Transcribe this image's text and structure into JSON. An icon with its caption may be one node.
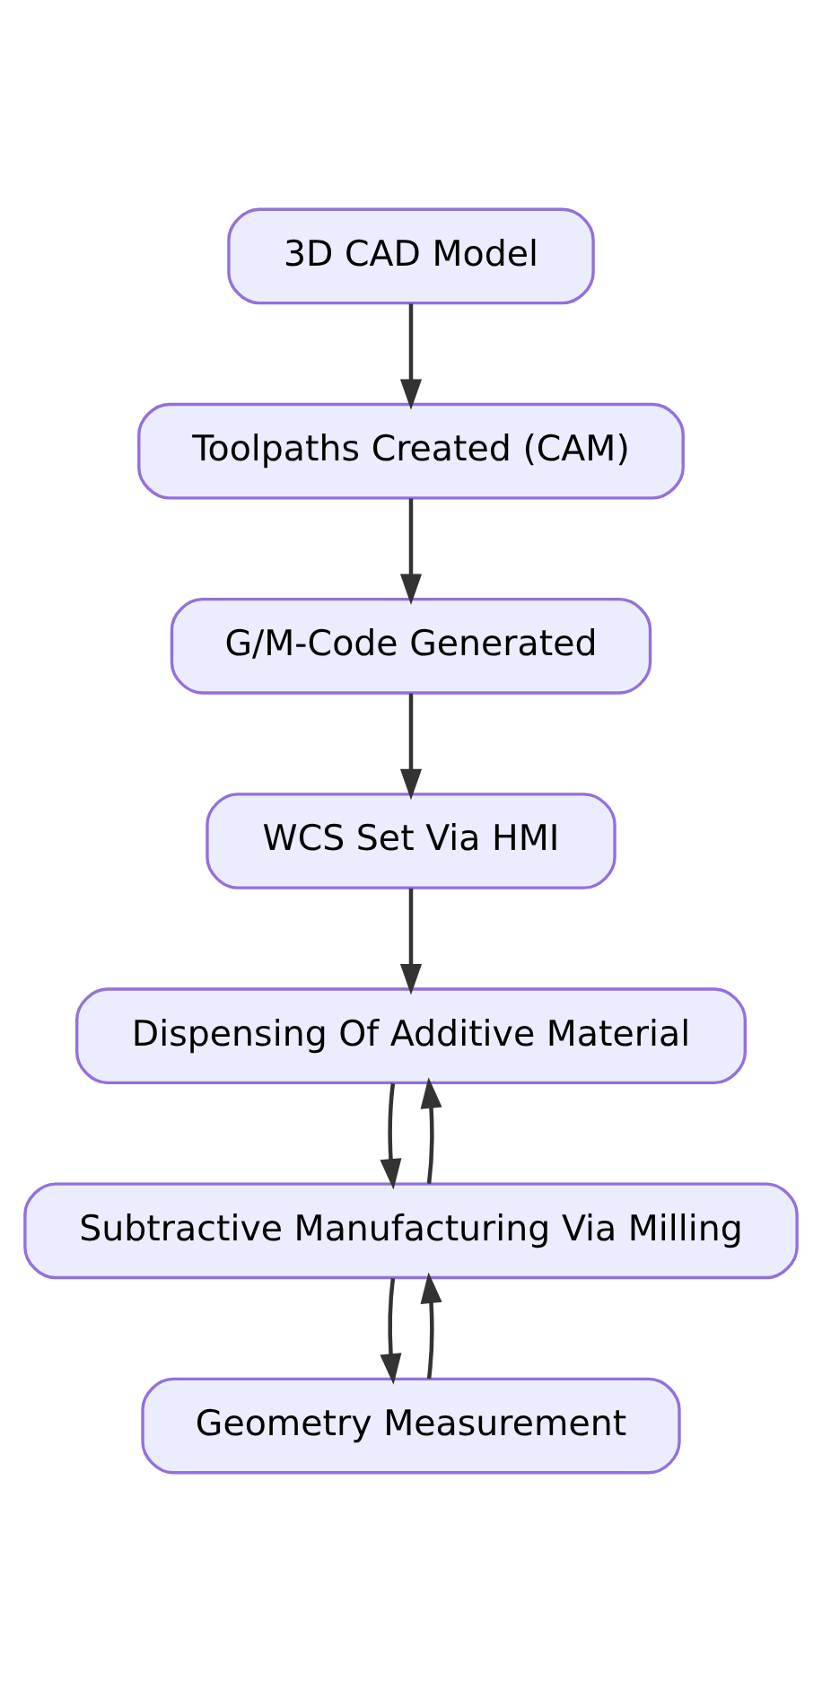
{
  "diagram": {
    "nodes": [
      {
        "text": [
          "3D CAD Model"
        ]
      },
      {
        "text": [
          "Toolpaths Created (CAM)"
        ]
      },
      {
        "text": [
          "G/M-Code Generated"
        ]
      },
      {
        "text": [
          "WCS Set Via HMI"
        ]
      },
      {
        "text": [
          "Dispensing Of Additive Material"
        ]
      },
      {
        "text": [
          "Subtractive Manufacturing Via Milling"
        ]
      },
      {
        "text": [
          "Geometry Measurement"
        ]
      }
    ],
    "edges": [
      {
        "from": 0,
        "to": 1,
        "arrow": "to"
      },
      {
        "from": 1,
        "to": 2,
        "arrow": "to"
      },
      {
        "from": 2,
        "to": 3,
        "arrow": "to"
      },
      {
        "from": 3,
        "to": 4,
        "arrow": "to"
      },
      {
        "from": 4,
        "to": 5,
        "arrow": "to"
      },
      {
        "from": 5,
        "to": 4,
        "arrow": "to"
      },
      {
        "from": 5,
        "to": 6,
        "arrow": "to"
      },
      {
        "from": 6,
        "to": 5,
        "arrow": "to"
      }
    ]
  }
}
